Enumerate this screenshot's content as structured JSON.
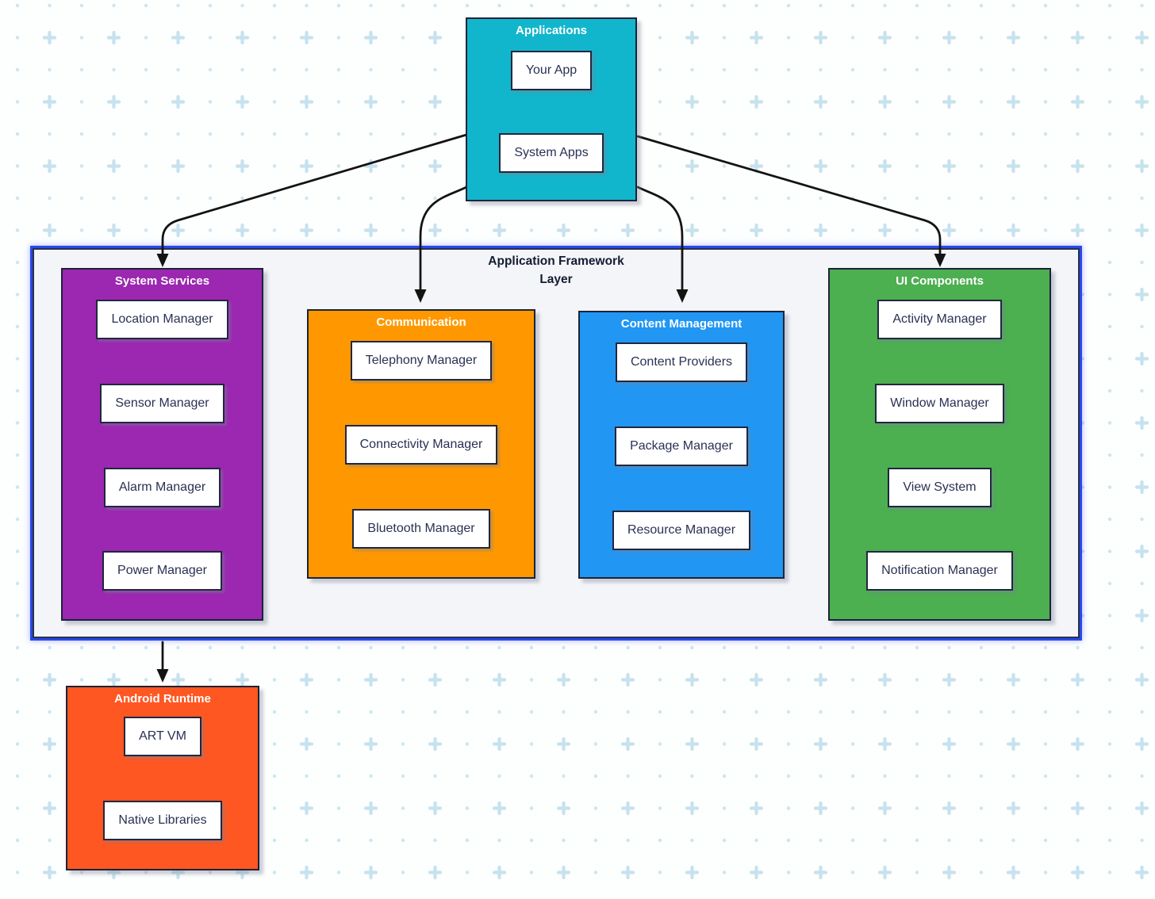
{
  "applications": {
    "title": "Applications",
    "color": "#12b6cc",
    "items": [
      "Your App",
      "System Apps"
    ]
  },
  "framework": {
    "title_line1": "Application Framework",
    "title_line2": "Layer",
    "border_color": "#2a48e6",
    "fill_color": "#f4f5f8",
    "groups": [
      {
        "title": "System Services",
        "color": "#9C27B0",
        "items": [
          "Location Manager",
          "Sensor Manager",
          "Alarm Manager",
          "Power Manager"
        ]
      },
      {
        "title": "Communication",
        "color": "#FF9800",
        "items": [
          "Telephony Manager",
          "Connectivity Manager",
          "Bluetooth Manager"
        ]
      },
      {
        "title": "Content Management",
        "color": "#2196F3",
        "items": [
          "Content Providers",
          "Package Manager",
          "Resource Manager"
        ]
      },
      {
        "title": "UI Components",
        "color": "#4CAF50",
        "items": [
          "Activity Manager",
          "Window Manager",
          "View System",
          "Notification Manager"
        ]
      }
    ]
  },
  "runtime": {
    "title": "Android Runtime",
    "color": "#FF5722",
    "items": [
      "ART VM",
      "Native Libraries"
    ]
  },
  "arrows": {
    "color": "#131313"
  },
  "background": {
    "dot_color": "#cde5f0",
    "plus_color": "#c6e2ee"
  }
}
